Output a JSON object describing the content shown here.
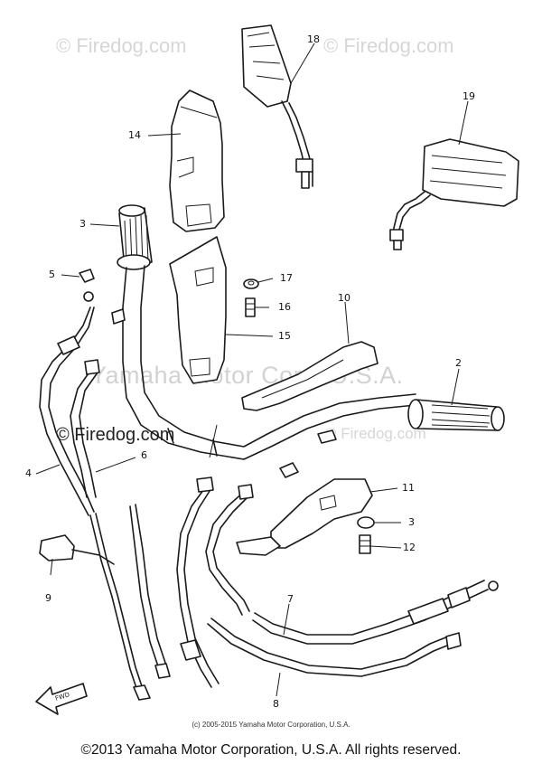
{
  "watermarks": {
    "top_left": "© Firedog.com",
    "top_right": "© Firedog.com",
    "mid_left": "© Firedog.com",
    "mid_right": "© Firedog.com",
    "center": "Yamaha Motor Corp, U.S.A."
  },
  "callouts": [
    {
      "id": "18",
      "label": "18"
    },
    {
      "id": "19",
      "label": "19"
    },
    {
      "id": "14",
      "label": "14"
    },
    {
      "id": "3a",
      "label": "3"
    },
    {
      "id": "5",
      "label": "5"
    },
    {
      "id": "17",
      "label": "17"
    },
    {
      "id": "16",
      "label": "16"
    },
    {
      "id": "15",
      "label": "15"
    },
    {
      "id": "10",
      "label": "10"
    },
    {
      "id": "2",
      "label": "2"
    },
    {
      "id": "4",
      "label": "4"
    },
    {
      "id": "6",
      "label": "6"
    },
    {
      "id": "11",
      "label": "11"
    },
    {
      "id": "3b",
      "label": "3"
    },
    {
      "id": "12",
      "label": "12"
    },
    {
      "id": "9",
      "label": "9"
    },
    {
      "id": "7",
      "label": "7"
    },
    {
      "id": "8",
      "label": "8"
    }
  ],
  "fwd_label": "FWD",
  "small_copyright": "(c) 2005-2015 Yamaha Motor Corporation, U.S.A.",
  "footer_copyright": "©2013 Yamaha Motor Corporation, U.S.A. All rights reserved."
}
